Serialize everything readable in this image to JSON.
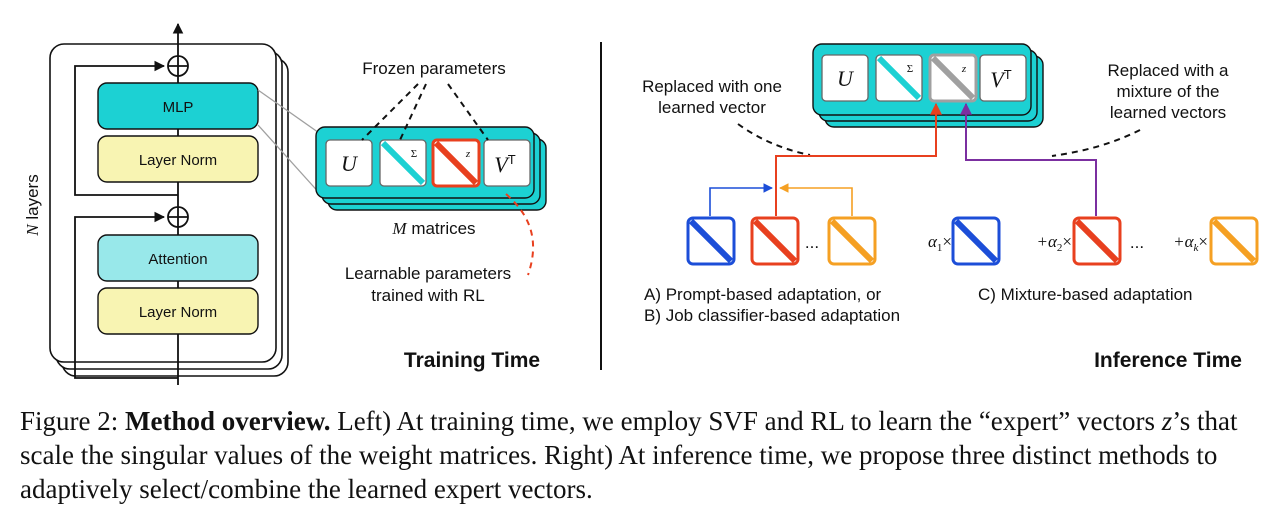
{
  "colors": {
    "cyan": "#1cd1d3",
    "cyan_light": "#98e8ea",
    "yellow": "#f8f4b2",
    "red": "#e8401f",
    "blue": "#1c4ed8",
    "orange": "#f5a023",
    "purple": "#7b2fa0",
    "gray": "#a0a0a0"
  },
  "left": {
    "mlp_label": "MLP",
    "layer_norm_label": "Layer Norm",
    "attention_label": "Attention",
    "layer_norm2_label": "Layer Norm",
    "n_layers_n": "N",
    "n_layers_word": " layers",
    "frozen_label": "Frozen parameters",
    "u_label": "U",
    "sigma_label": "Σ",
    "z_label": "z",
    "v_label": "V",
    "v_sup": "T",
    "m_matrices_m": "M",
    "m_matrices_word": " matrices",
    "learnable_line1": "Learnable parameters",
    "learnable_line2": "trained with RL",
    "section_title": "Training Time"
  },
  "right": {
    "u_label": "U",
    "sigma_label": "Σ",
    "z_label": "z",
    "v_label": "V",
    "v_sup": "T",
    "replaced_one_line1": "Replaced with one",
    "replaced_one_line2": "learned vector",
    "replaced_mix_line1": "Replaced with a",
    "replaced_mix_line2": "mixture of the",
    "replaced_mix_line3": "learned vectors",
    "dots1": "...",
    "dots2": "...",
    "alpha1": "α",
    "alpha1_sub": "1",
    "alpha2": "+α",
    "alpha2_sub": "2",
    "alphak": "+α",
    "alphak_sub": "k",
    "times": "×",
    "adapt_ab_line1": "A) Prompt-based adaptation, or",
    "adapt_ab_line2": "B) Job classifier-based adaptation",
    "adapt_c": "C) Mixture-based adaptation",
    "section_title": "Inference Time"
  },
  "caption": {
    "prefix": "Figure 2: ",
    "bold": "Method overview.",
    "text1": " Left) At training time, we employ SVF and RL to learn the “expert” vectors ",
    "z": "z",
    "text2": "’s that scale the singular values of the weight matrices. Right) At inference time, we propose three distinct methods to adaptively select/combine the learned expert vectors."
  }
}
